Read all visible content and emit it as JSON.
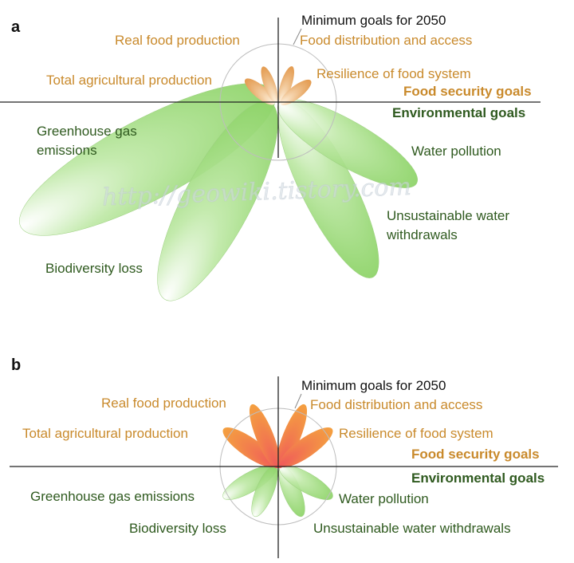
{
  "watermark": "http://geowiki.tistory.com",
  "panels": [
    {
      "letter": "a",
      "minimum_goals": "Minimum goals for 2050",
      "food_security_heading": "Food security goals",
      "environmental_heading": "Environmental goals",
      "food_labels": {
        "real_food": "Real food production",
        "total_ag": "Total agricultural production",
        "distribution": "Food distribution and access",
        "resilience": "Resilience of food system"
      },
      "env_labels": {
        "ghg": [
          "Greenhouse gas",
          "emissions"
        ],
        "biodiversity": [
          "Biodiversity loss"
        ],
        "water_pollution": [
          "Water pollution"
        ],
        "withdrawals": [
          "Unsustainable water",
          "withdrawals"
        ]
      }
    },
    {
      "letter": "b",
      "minimum_goals": "Minimum goals for 2050",
      "food_security_heading": "Food security goals",
      "environmental_heading": "Environmental goals",
      "food_labels": {
        "real_food": "Real food production",
        "total_ag": "Total agricultural production",
        "distribution": "Food distribution and access",
        "resilience": "Resilience of food system"
      },
      "env_labels": {
        "ghg": [
          "Greenhouse gas emissions"
        ],
        "biodiversity": [
          "Biodiversity loss"
        ],
        "water_pollution": [
          "Water pollution"
        ],
        "withdrawals": [
          "Unsustainable water withdrawals"
        ]
      }
    }
  ],
  "colors": {
    "food_text": "#c98a2c",
    "env_text": "#2f5a1f",
    "petal_green": "#8fd46a",
    "petal_orange_a": "#e9b070",
    "petal_orange_b": "#f07a3c"
  }
}
